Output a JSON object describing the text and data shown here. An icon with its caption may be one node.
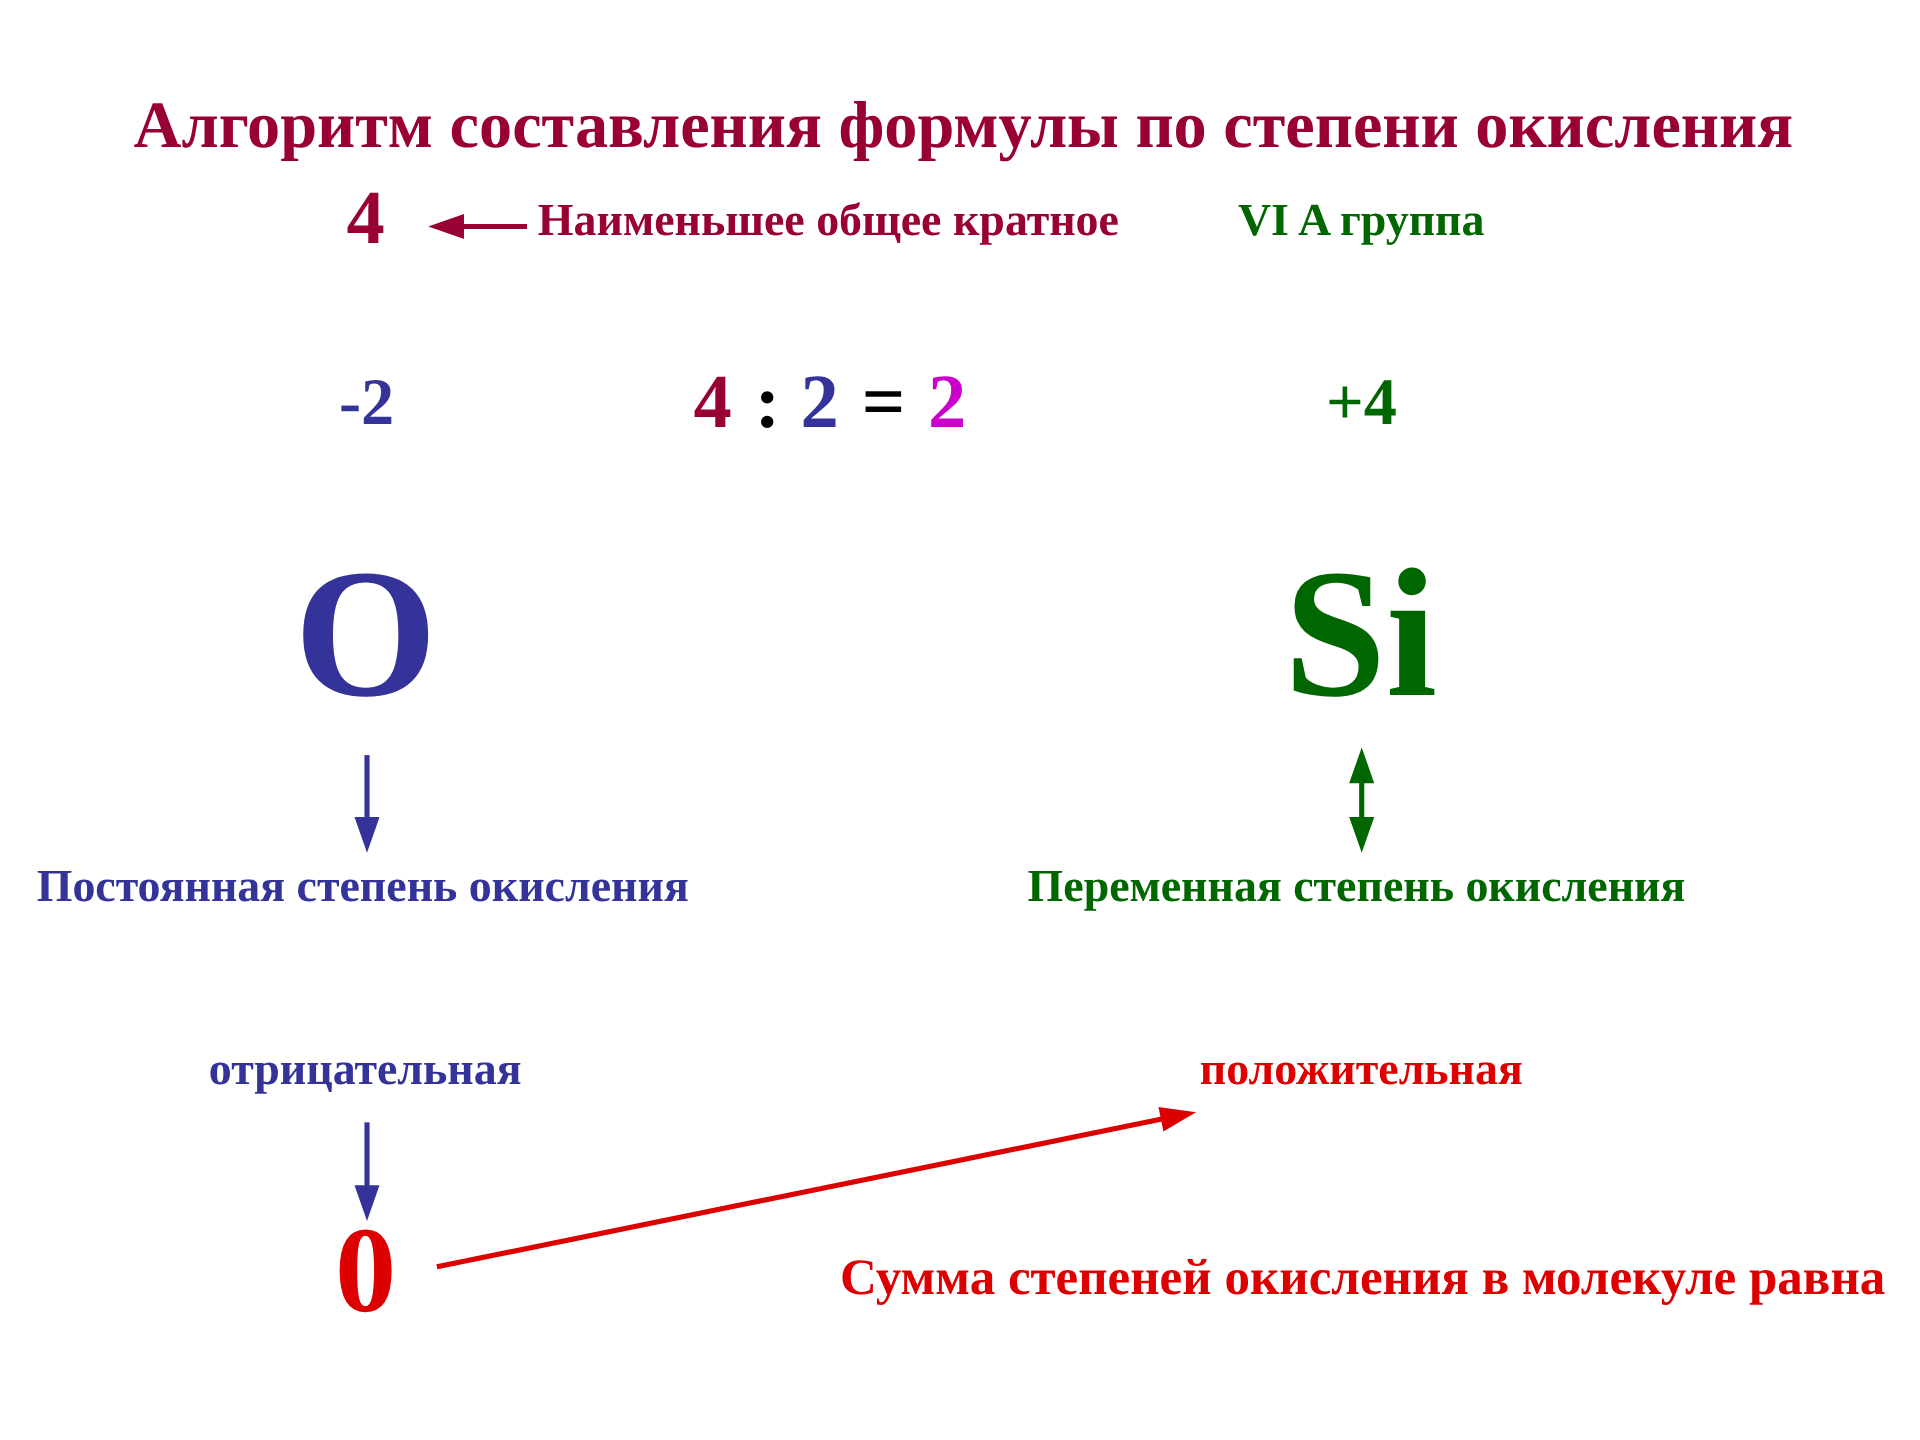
{
  "diagram": {
    "title": "Алгоритм составления формулы по степени окисления",
    "nodes": [
      {
        "text": [
          "Si"
        ]
      },
      {
        "text": [
          "O"
        ]
      },
      {
        "text": [
          "4"
        ]
      },
      {
        "text": [
          "Наименьшее общее кратное"
        ]
      },
      {
        "text": [
          "Переменная степень окисления"
        ]
      },
      {
        "text": [
          "Постоянная степень окисления"
        ]
      },
      {
        "text": [
          "положительная"
        ]
      },
      {
        "text": [
          "отрицательная"
        ]
      },
      {
        "text": [
          "0"
        ]
      }
    ],
    "edges": [
      {
        "from": 3,
        "to": 2,
        "arrow": "to",
        "color": "#990033"
      },
      {
        "from": 0,
        "to": 4,
        "arrow": "both",
        "color": "#006600"
      },
      {
        "from": 1,
        "to": 5,
        "arrow": "to",
        "color": "#333399"
      },
      {
        "from": 7,
        "to": 8,
        "arrow": "to",
        "color": "#333399"
      },
      {
        "from": 8,
        "to": 6,
        "arrow": "to",
        "color": "#dd0000"
      }
    ],
    "labels": [
      "VI A группа",
      "+4",
      "-2",
      "4 : 2 = 2",
      "Сумма степеней окисления в молекуле равна"
    ]
  }
}
